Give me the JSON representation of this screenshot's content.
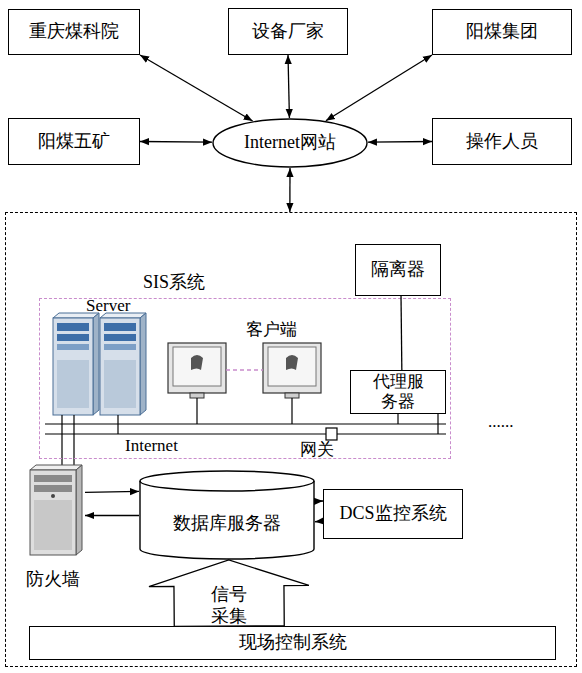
{
  "diagram": {
    "nodes": [
      {
        "text": [
          "重庆煤科院"
        ]
      },
      {
        "text": [
          "设备厂家"
        ]
      },
      {
        "text": [
          "阳煤集团"
        ]
      },
      {
        "text": [
          "阳煤五矿"
        ]
      },
      {
        "text": [
          "Internet网站"
        ]
      },
      {
        "text": [
          "操作人员"
        ]
      },
      {
        "text": []
      },
      {
        "text": [
          "隔离器"
        ],
        "in": 6
      },
      {
        "text": [
          "SIS系统"
        ],
        "in": 6
      },
      {
        "text": [
          "代理服务器"
        ],
        "in": 8
      },
      {
        "text": [
          "防火墙"
        ],
        "in": 6
      },
      {
        "text": [
          "数据库服务器"
        ],
        "in": 6
      },
      {
        "text": [
          "DCS监控系统"
        ],
        "in": 6
      },
      {
        "text": [
          "现场控制系统"
        ],
        "in": 6
      }
    ],
    "edges": [
      {
        "from": 0,
        "to": 4,
        "arrow": "both"
      },
      {
        "from": 1,
        "to": 4,
        "arrow": "both"
      },
      {
        "from": 2,
        "to": 4,
        "arrow": "both"
      },
      {
        "from": 3,
        "to": 4,
        "arrow": "both"
      },
      {
        "from": 4,
        "to": 5,
        "arrow": "both"
      },
      {
        "from": 4,
        "to": 6,
        "arrow": "both"
      },
      {
        "from": 7,
        "to": 9,
        "arrow": "none"
      },
      {
        "from": 10,
        "to": 11,
        "arrow": "to"
      },
      {
        "from": 11,
        "to": 10,
        "arrow": "to"
      },
      {
        "from": 11,
        "to": 12,
        "arrow": "to"
      },
      {
        "from": 12,
        "to": 11,
        "arrow": "to"
      },
      {
        "from": 13,
        "to": 11,
        "arrow": "to",
        "label": "信号 采集"
      }
    ],
    "labels": [
      "Server",
      "客户端",
      "Internet",
      "网关",
      "......"
    ]
  }
}
